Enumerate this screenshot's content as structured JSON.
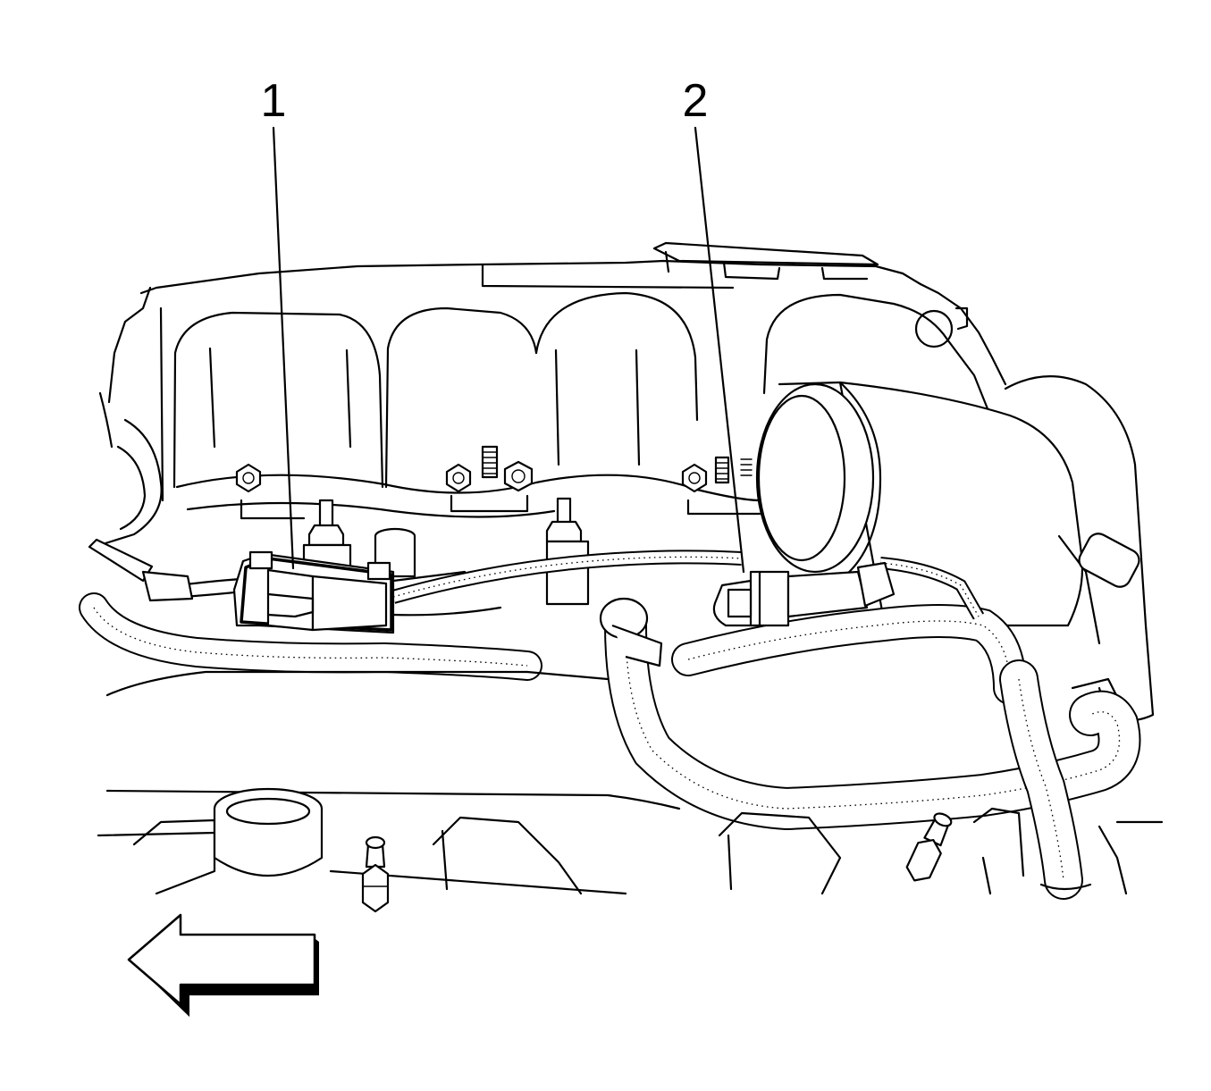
{
  "callouts": [
    {
      "id": "1",
      "label": "1"
    },
    {
      "id": "2",
      "label": "2"
    }
  ],
  "colors": {
    "line": "#000000",
    "background": "#ffffff"
  },
  "icons": {
    "direction_arrow": "left-arrow-icon"
  }
}
